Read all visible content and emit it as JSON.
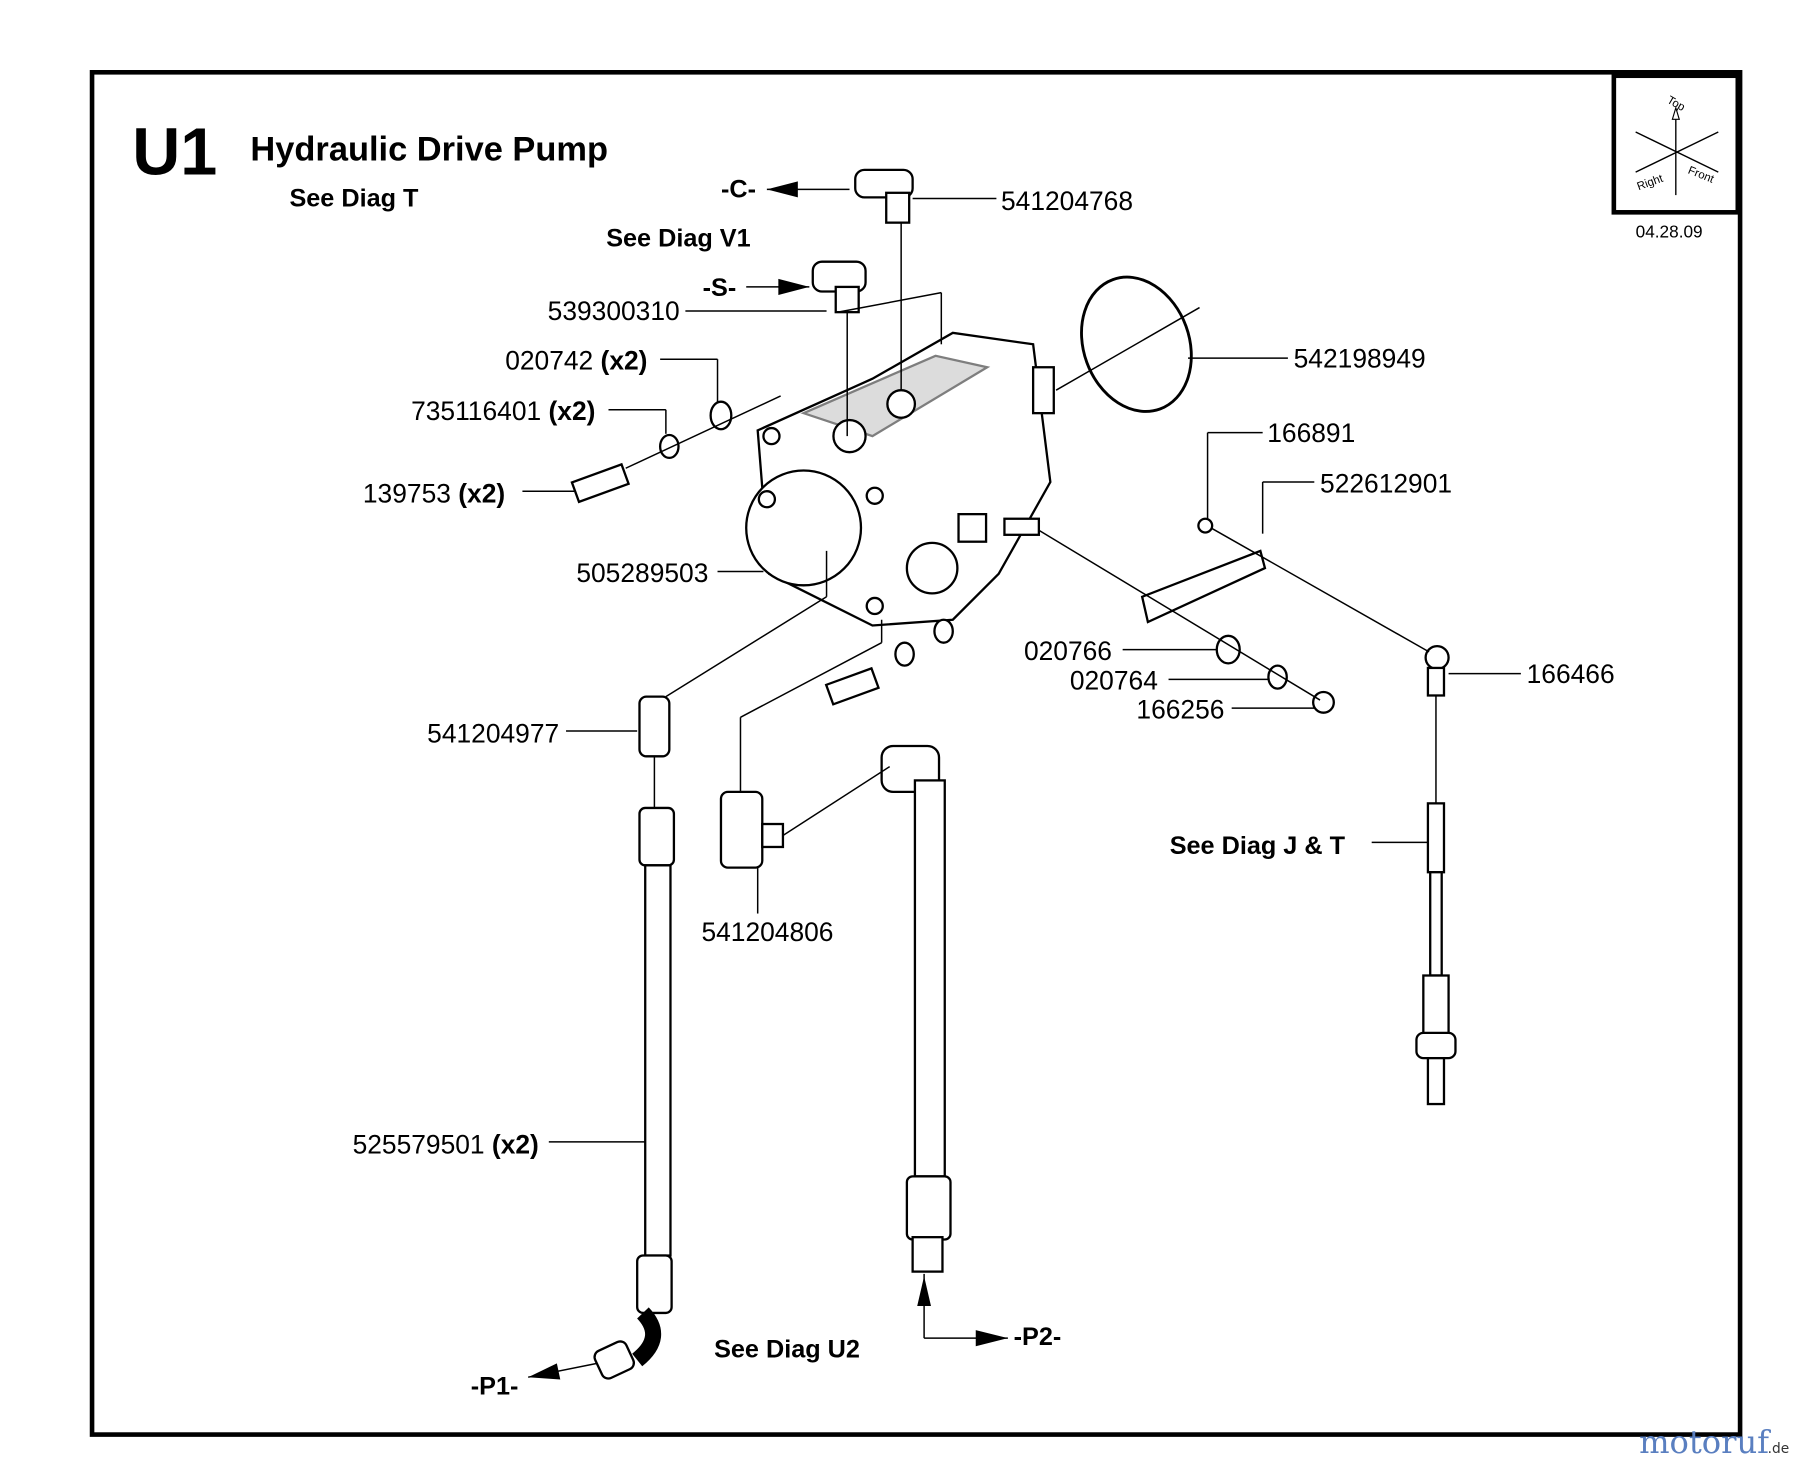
{
  "diagram": {
    "code": "U1",
    "title": "Hydraulic Drive Pump",
    "date": "04.28.09",
    "compass": {
      "top": "Top",
      "right": "Right",
      "front": "Front"
    },
    "references": {
      "see_t": "See Diag T",
      "see_v1": "See Diag V1",
      "see_jt": "See Diag J & T",
      "see_u2": "See Diag U2"
    },
    "ports": {
      "c": "-C-",
      "s": "-S-",
      "p1": "-P1-",
      "p2": "-P2-"
    },
    "parts": [
      {
        "number": "541204768",
        "qty": ""
      },
      {
        "number": "539300310",
        "qty": ""
      },
      {
        "number": "542198949",
        "qty": ""
      },
      {
        "number": "020742",
        "qty": "(x2)"
      },
      {
        "number": "735116401",
        "qty": "(x2)"
      },
      {
        "number": "139753",
        "qty": "(x2)"
      },
      {
        "number": "166891",
        "qty": ""
      },
      {
        "number": "522612901",
        "qty": ""
      },
      {
        "number": "505289503",
        "qty": ""
      },
      {
        "number": "020766",
        "qty": ""
      },
      {
        "number": "020764",
        "qty": ""
      },
      {
        "number": "166256",
        "qty": ""
      },
      {
        "number": "166466",
        "qty": ""
      },
      {
        "number": "541204977",
        "qty": ""
      },
      {
        "number": "541204806",
        "qty": ""
      },
      {
        "number": "525579501",
        "qty": "(x2)"
      }
    ]
  },
  "watermark": {
    "brand": "motoruf",
    "tld": ".de"
  }
}
